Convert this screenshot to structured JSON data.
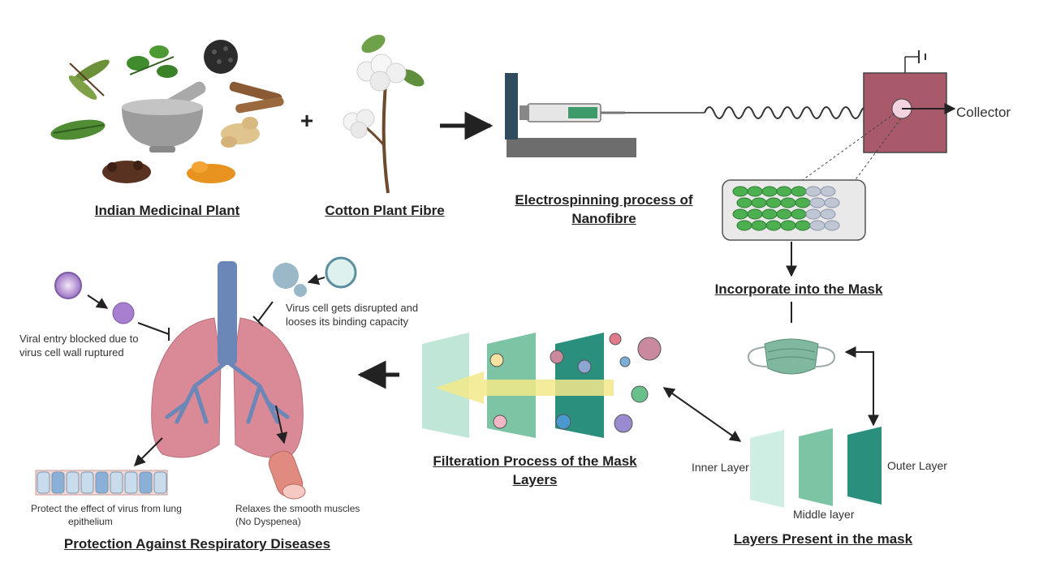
{
  "labels": {
    "indian_medicinal_plant": "Indian Medicinal Plant",
    "cotton_plant_fibre": "Cotton Plant Fibre",
    "plus_sign": "+",
    "electrospinning_line1": "Electrospinning process of",
    "electrospinning_line2": "Nanofibre",
    "collector": "Collector",
    "incorporate_into_mask": "Incorporate into the Mask",
    "filteration_line1": "Filteration Process of the Mask",
    "filteration_line2": "Layers",
    "layers_present": "Layers Present in the mask",
    "inner_layer": "Inner Layer",
    "middle_layer": "Middle layer",
    "outer_layer": "Outer Layer",
    "protection": "Protection Against Respiratory Diseases"
  },
  "notes": {
    "viral_entry_line1": "Viral entry blocked due to",
    "viral_entry_line2": "virus cell wall ruptured",
    "virus_disrupted_line1": "Virus cell gets disrupted and",
    "virus_disrupted_line2": "looses its binding capacity",
    "protect_line1": "Protect the effect of virus from lung",
    "protect_line2": "epithelium",
    "relaxes_line1": "Relaxes the smooth muscles",
    "relaxes_line2": "(No Dyspenea)"
  },
  "colors": {
    "collector_box": "#a85a6a",
    "nanofibre_green": "#4caf50",
    "inner_layer": "#cfeee3",
    "middle_layer": "#7cc4a4",
    "outer_layer": "#2a8f7d",
    "lung": "#d98a96",
    "trachea": "#6a87b8",
    "arrow": "#222222",
    "filter_arrow": "#f3e98a"
  },
  "icons": [
    "mortar-pestle-icon",
    "cotton-plant-icon",
    "syringe-icon",
    "virus-icon",
    "face-mask-icon",
    "lungs-icon"
  ]
}
